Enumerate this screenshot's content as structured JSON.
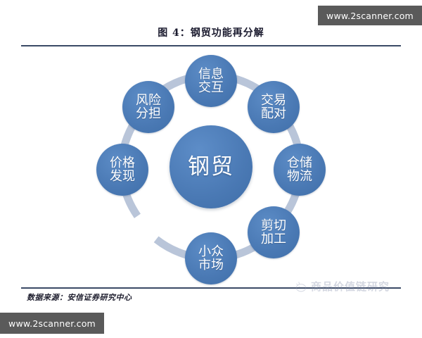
{
  "page": {
    "background_color": "#ffffff",
    "rule_color": "#3b4a66"
  },
  "figure": {
    "title": "图 4：钢贸功能再分解",
    "source_label": "数据来源：安信证券研究中心"
  },
  "watermarks": {
    "top_right": "www.2scanner.com",
    "bottom_left": "www.2scanner.com",
    "brand": "商品价值链研究",
    "box_color": "#5a5a5a"
  },
  "diagram": {
    "type": "radial-hub-and-spoke",
    "center": {
      "label": "钢贸",
      "color": "#4a79b4"
    },
    "ring": {
      "color": "#b8c4d8",
      "segments": 8
    },
    "nodes": [
      {
        "id": "info-interaction",
        "line1": "信息",
        "line2": "交互",
        "position": "top"
      },
      {
        "id": "transaction-match",
        "line1": "交易",
        "line2": "配对",
        "position": "top-right"
      },
      {
        "id": "warehouse-logistics",
        "line1": "仓储",
        "line2": "物流",
        "position": "right"
      },
      {
        "id": "cutting-processing",
        "line1": "剪切",
        "line2": "加工",
        "position": "bottom-right"
      },
      {
        "id": "niche-market",
        "line1": "小众",
        "line2": "市场",
        "position": "bottom"
      },
      {
        "id": "price-discovery",
        "line1": "价格",
        "line2": "发现",
        "position": "bottom-left"
      },
      {
        "id": "risk-sharing",
        "line1": "风险",
        "line2": "分担",
        "position": "top-left"
      }
    ],
    "node_color": "#4a79b4",
    "node_text_color": "#ffffff"
  }
}
